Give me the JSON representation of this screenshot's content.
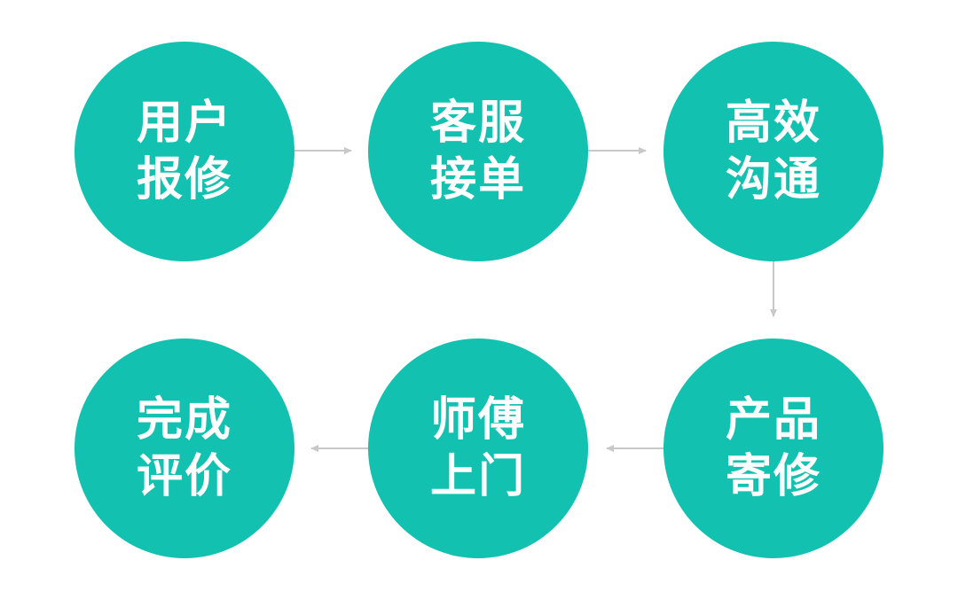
{
  "colors": {
    "node_fill": "#12c1b0",
    "node_text": "#ffffff",
    "arrow": "#c8c8c8"
  },
  "steps": [
    {
      "line1": "用户",
      "line2": "报修"
    },
    {
      "line1": "客服",
      "line2": "接单"
    },
    {
      "line1": "高效",
      "line2": "沟通"
    },
    {
      "line1": "产品",
      "line2": "寄修"
    },
    {
      "line1": "师傅",
      "line2": "上门"
    },
    {
      "line1": "完成",
      "line2": "评价"
    }
  ]
}
